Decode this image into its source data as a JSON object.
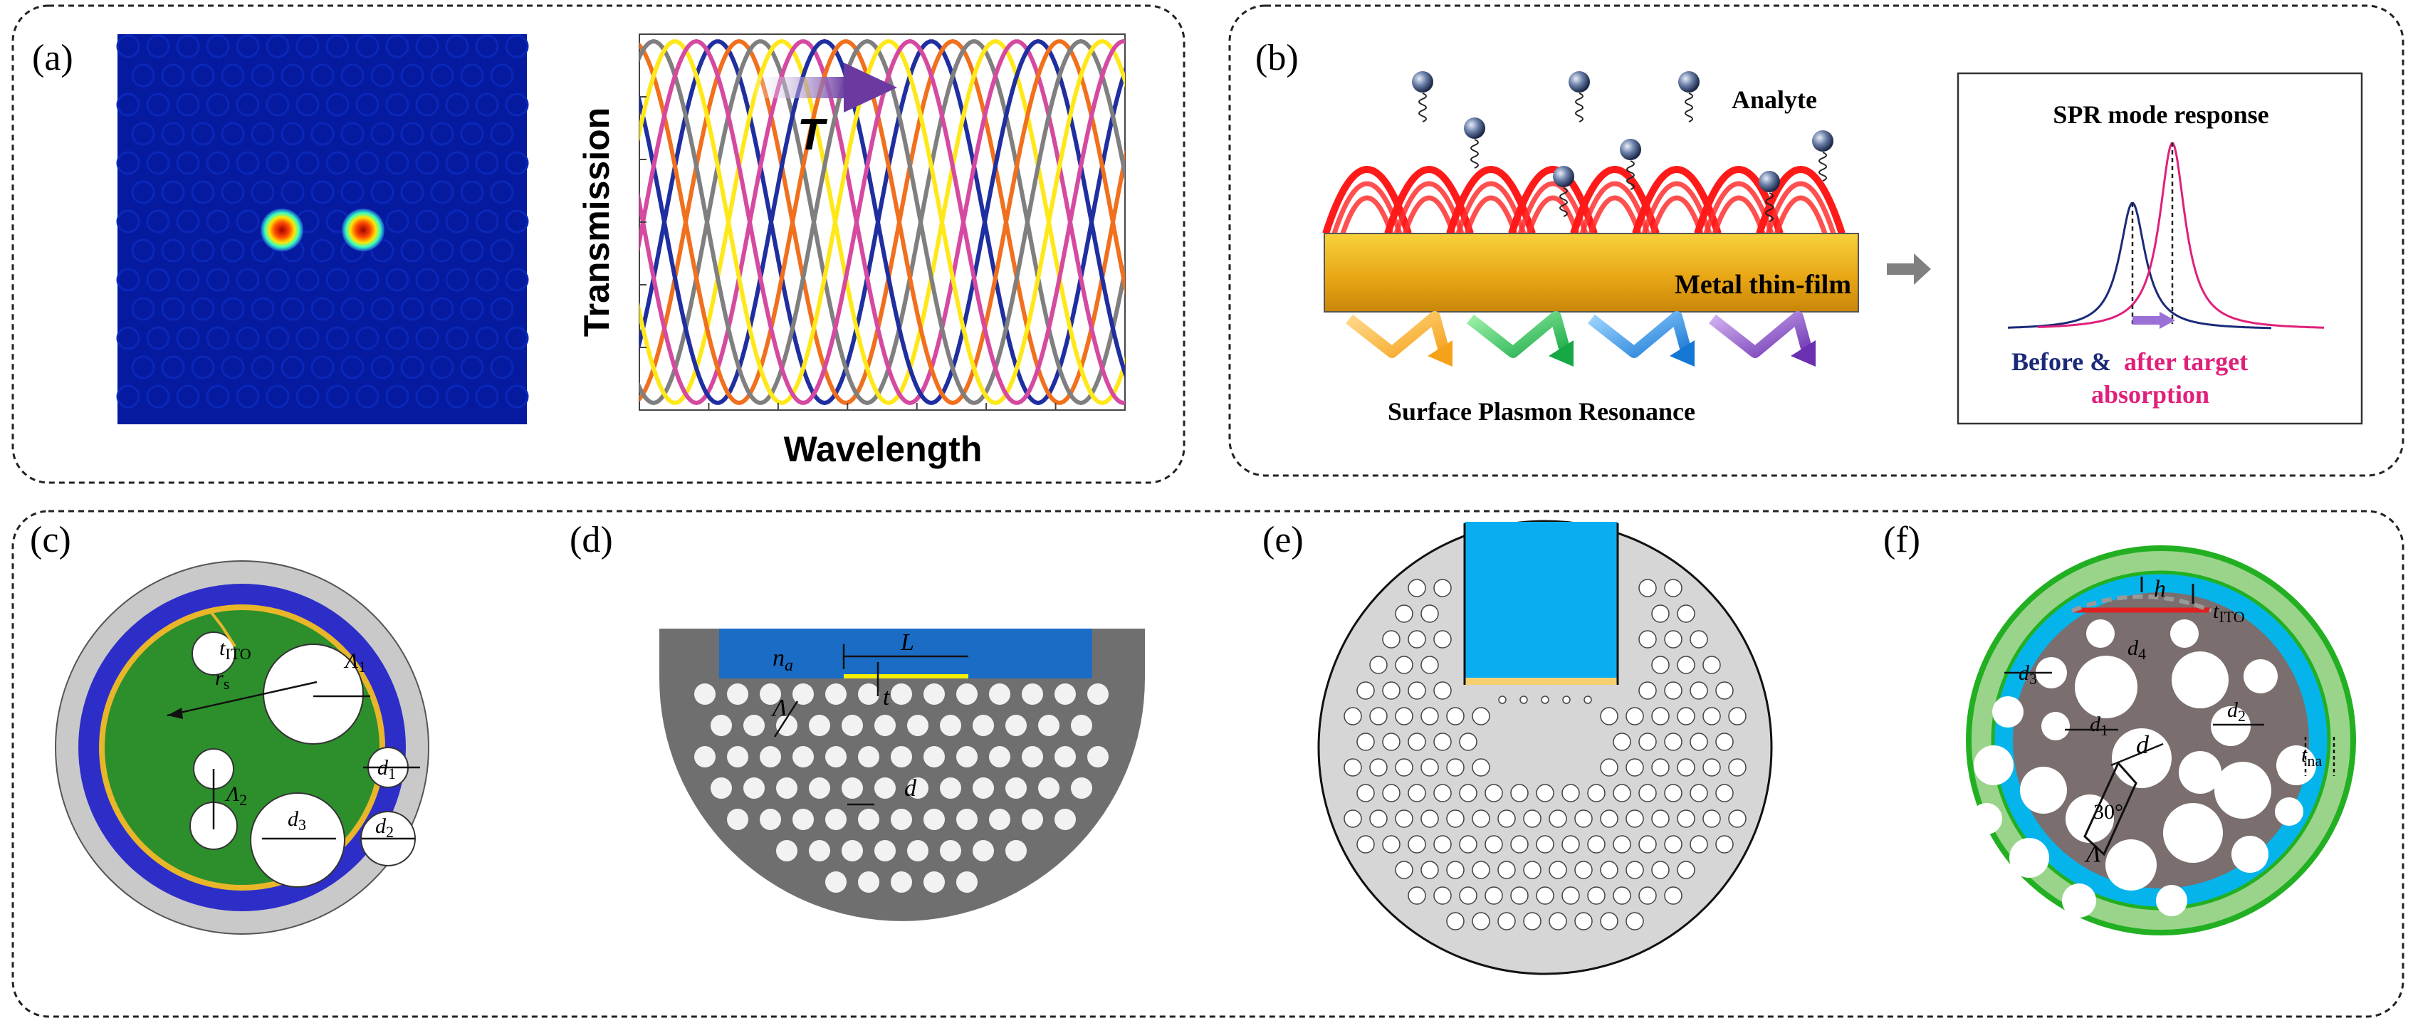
{
  "panels": {
    "a": {
      "label": "(a)",
      "xlabel": "Wavelength",
      "ylabel": "Transmission",
      "arrow_text": "T",
      "curve_colors": [
        "#1f2fa0",
        "#f0701e",
        "#7f7f7f",
        "#ffe81a",
        "#d54aa0",
        "#1f2fa0",
        "#f0701e",
        "#7f7f7f",
        "#ffe81a",
        "#d54aa0"
      ]
    },
    "b": {
      "label": "(b)",
      "analyte": "Analyte",
      "metal_film": "Metal thin-film",
      "spr_caption": "Surface Plasmon Resonance",
      "response_title": "SPR mode response",
      "legend_before": "Before &",
      "legend_after_1": "after target",
      "legend_after_2": "absorption",
      "before_color": "#1b2a78",
      "after_color": "#e0207a"
    },
    "c": {
      "label": "(c)",
      "t_ito": "t",
      "t_ito_sub": "ITO",
      "rs": "r",
      "rs_sub": "s",
      "lambda1": "Λ",
      "lambda1_sub": "1",
      "lambda2": "Λ",
      "lambda2_sub": "2",
      "d1": "d",
      "d1_sub": "1",
      "d2": "d",
      "d2_sub": "2",
      "d3": "d",
      "d3_sub": "3"
    },
    "d": {
      "label": "(d)",
      "na": "n",
      "na_sub": "a",
      "L": "L",
      "t": "t",
      "lambda": "Λ",
      "d": "d"
    },
    "e": {
      "label": "(e)"
    },
    "f": {
      "label": "(f)",
      "h": "h",
      "t_ito": "t",
      "t_ito_sub": "ITO",
      "d3": "d",
      "d3_sub": "3",
      "d4": "d",
      "d4_sub": "4",
      "d1": "d",
      "d1_sub": "1",
      "d2": "d",
      "d2_sub": "2",
      "d": "d",
      "t_na": "t",
      "t_na_sub": "na",
      "angle": "30°",
      "lambda": "Λ"
    }
  }
}
